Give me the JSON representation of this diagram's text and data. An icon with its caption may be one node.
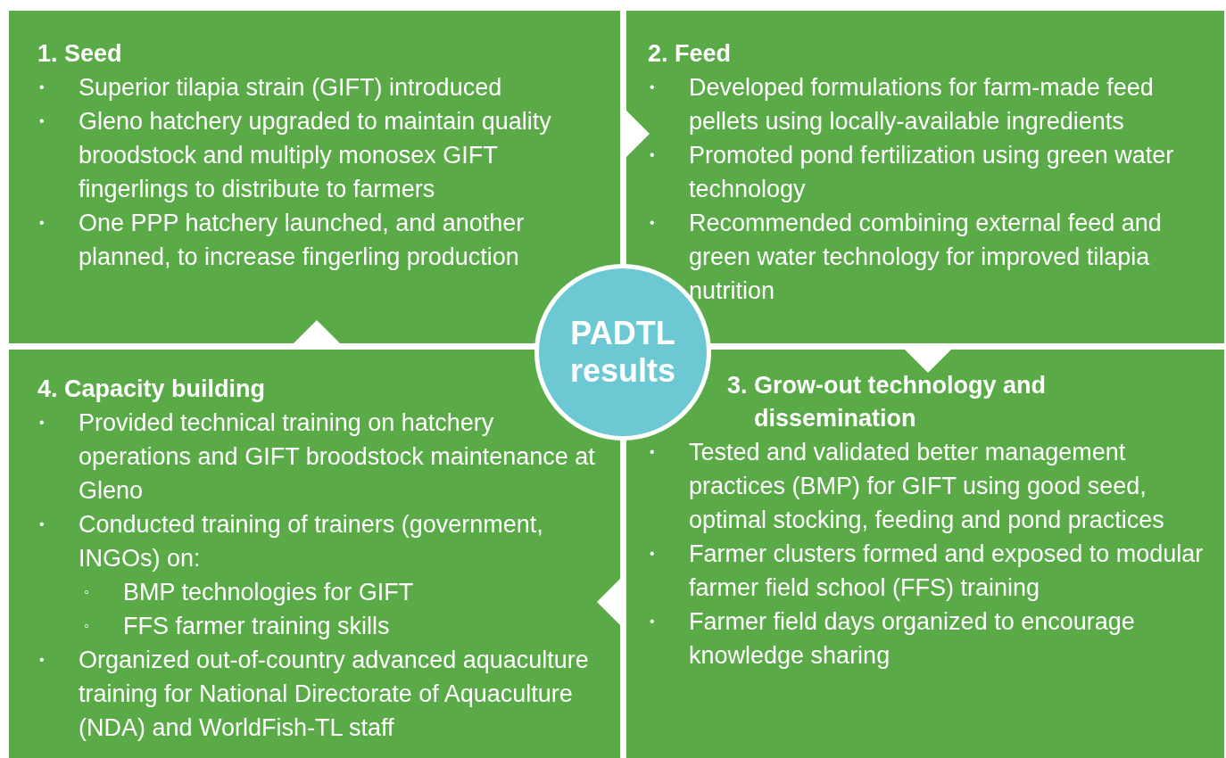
{
  "diagram": {
    "nodes": [
      {
        "text": [
          "1. Seed",
          "Superior tilapia strain (GIFT) introduced",
          "Gleno hatchery upgraded to maintain quality broodstock and multiply monosex GIFT fingerlings to distribute to farmers",
          "One PPP hatchery launched, and another planned, to increase fingerling production"
        ]
      },
      {
        "text": [
          "2. Feed",
          "Developed formulations for farm-made feed pellets using locally-available ingredients",
          "Promoted pond fertilization using green water technology",
          "Recommended combining external feed and green water technology for improved tilapia nutrition"
        ]
      },
      {
        "text": [
          "3. Grow-out technology and dissemination",
          "Tested and validated better management practices (BMP) for GIFT using good seed, optimal stocking, feeding and pond practices",
          "Farmer clusters formed and exposed to modular farmer field school (FFS) training",
          "Farmer field days organized to encourage knowledge sharing"
        ]
      },
      {
        "text": [
          "4. Capacity building",
          "Provided technical training on hatchery operations and GIFT broodstock maintenance at Gleno",
          "Conducted training of trainers (government, INGOs) on:",
          "BMP technologies for GIFT",
          "FFS farmer training skills",
          "Organized out-of-country advanced aquaculture training for National Directorate of Aquaculture (NDA) and WorldFish-TL staff"
        ]
      },
      {
        "text": [
          "PADTL results"
        ]
      }
    ],
    "edges": [
      {
        "from": 0,
        "to": 1,
        "arrow": "to"
      },
      {
        "from": 1,
        "to": 2,
        "arrow": "to"
      },
      {
        "from": 2,
        "to": 3,
        "arrow": "to"
      },
      {
        "from": 3,
        "to": 0,
        "arrow": "to"
      }
    ],
    "labels": [
      "•",
      "•",
      "•",
      "•",
      "•",
      "•",
      "•",
      "•",
      "•",
      "•",
      "•",
      "◦",
      "◦",
      "•"
    ]
  }
}
